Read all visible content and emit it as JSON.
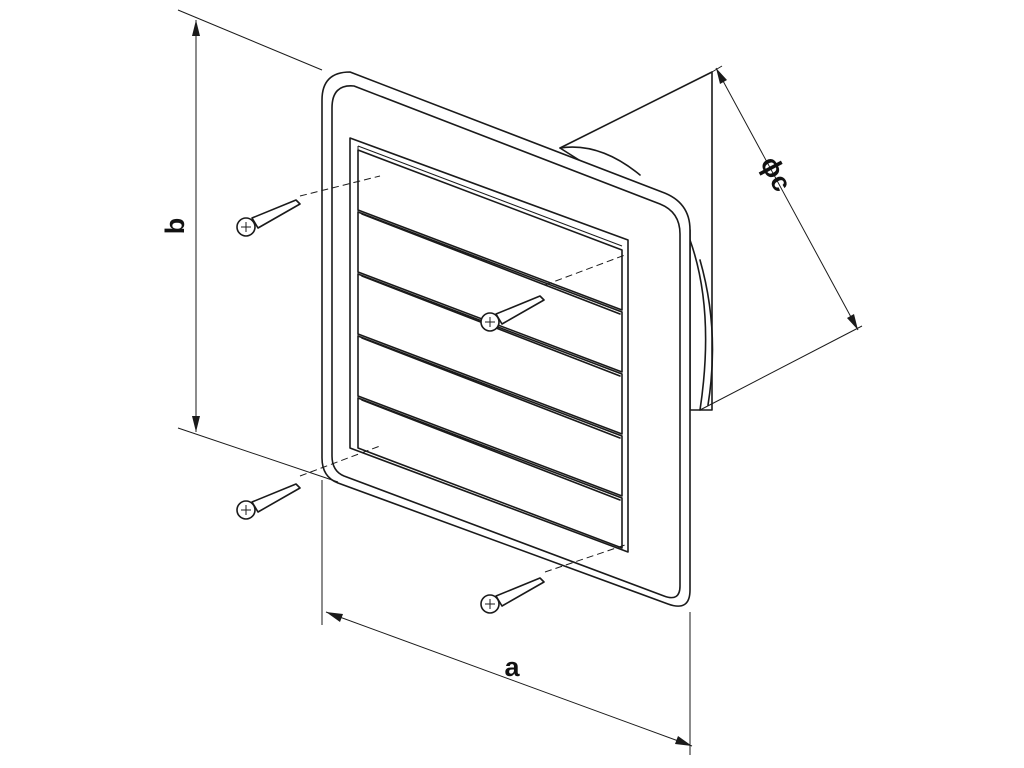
{
  "labels": {
    "width": "a",
    "height": "b",
    "diameter": "ϕc"
  },
  "colors": {
    "line": "#1a1a1a",
    "background": "#ffffff"
  }
}
